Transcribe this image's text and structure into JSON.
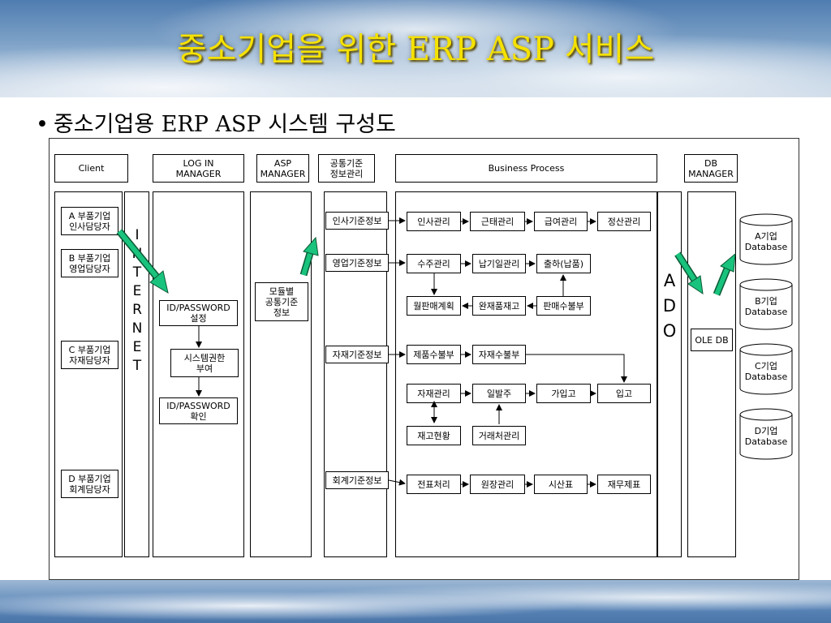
{
  "slide": {
    "title": "중소기업을 위한 ERP ASP 서비스",
    "subtitle": "중소기업용 ERP ASP 시스템 구성도",
    "bullet": "•"
  },
  "diagram": {
    "headers": {
      "client": "Client",
      "login": "LOG IN\nMANAGER",
      "asp": "ASP\nMANAGER",
      "common": "공통기준\n정보관리",
      "business": "Business Process",
      "db": "DB\nMANAGER"
    },
    "clients": [
      "A 부품기업\n인사담당자",
      "B 부품기업\n영업담당자",
      "C 부품기업\n자재담당자",
      "D 부품기업\n회계담당자"
    ],
    "internet_letters": [
      "I",
      "N",
      "T",
      "E",
      "R",
      "N",
      "E",
      "T"
    ],
    "ado_letters": [
      "A",
      "D",
      "O"
    ],
    "login_steps": [
      "ID/PASSWORD\n설정",
      "시스템권한\n부여",
      "ID/PASSWORD\n확인"
    ],
    "asp_box": "모듈별\n공통기준\n정보",
    "common_info": [
      "인사기준정보",
      "영업기준정보",
      "자재기준정보",
      "회계기준정보"
    ],
    "processes": {
      "hr": [
        "인사관리",
        "근태관리",
        "급여관리",
        "정산관리"
      ],
      "sales_top": [
        "수주관리",
        "납기일관리",
        "출하(납품)"
      ],
      "sales_bottom": [
        "월판매계획",
        "완재품재고",
        "판매수불부"
      ],
      "material_top": [
        "제품수불부",
        "자재수불부"
      ],
      "material_mid": [
        "자재관리",
        "일발주",
        "가입고",
        "입고"
      ],
      "material_bottom": [
        "재고현황",
        "거래처관리"
      ],
      "accounting": [
        "전표처리",
        "원장관리",
        "시산표",
        "재무제표"
      ]
    },
    "ole_db": "OLE DB",
    "databases": [
      "A기업\nDatabase",
      "B기업\nDatabase",
      "C기업\nDatabase",
      "D기업\nDatabase"
    ],
    "colors": {
      "title": "#f5e100",
      "green_arrow": "#19c37d"
    }
  }
}
